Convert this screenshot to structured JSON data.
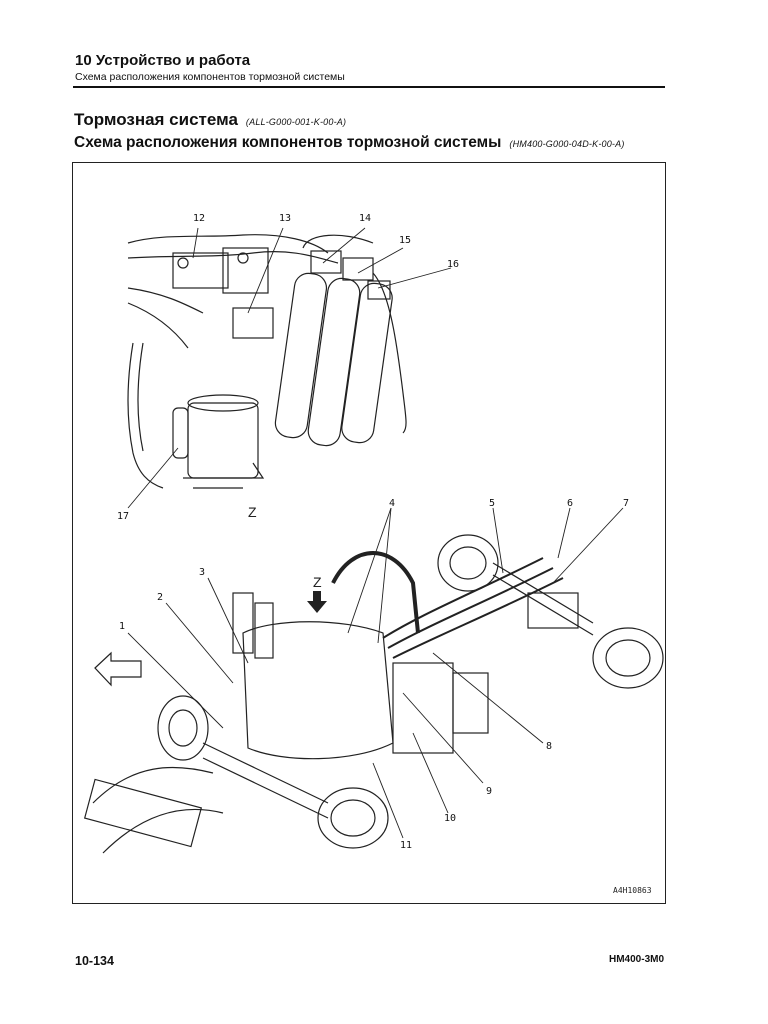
{
  "header": {
    "chapter": "10 Устройство и работа",
    "subtitle": "Схема расположения компонентов тормозной системы"
  },
  "titles": {
    "main": "Тормозная система",
    "main_code": "(ALL-G000-001-K-00-A)",
    "sub": "Схема расположения компонентов тормозной системы",
    "sub_code": "(HM400-G000-04D-K-00-A)"
  },
  "figure": {
    "callouts": [
      "1",
      "2",
      "3",
      "4",
      "5",
      "6",
      "7",
      "8",
      "9",
      "10",
      "11",
      "12",
      "13",
      "14",
      "15",
      "16",
      "17"
    ],
    "view_label": "Z",
    "arrow_label": "Z",
    "figure_id": "A4H10863"
  },
  "footer": {
    "page": "10-134",
    "model": "HM400-3M0"
  }
}
